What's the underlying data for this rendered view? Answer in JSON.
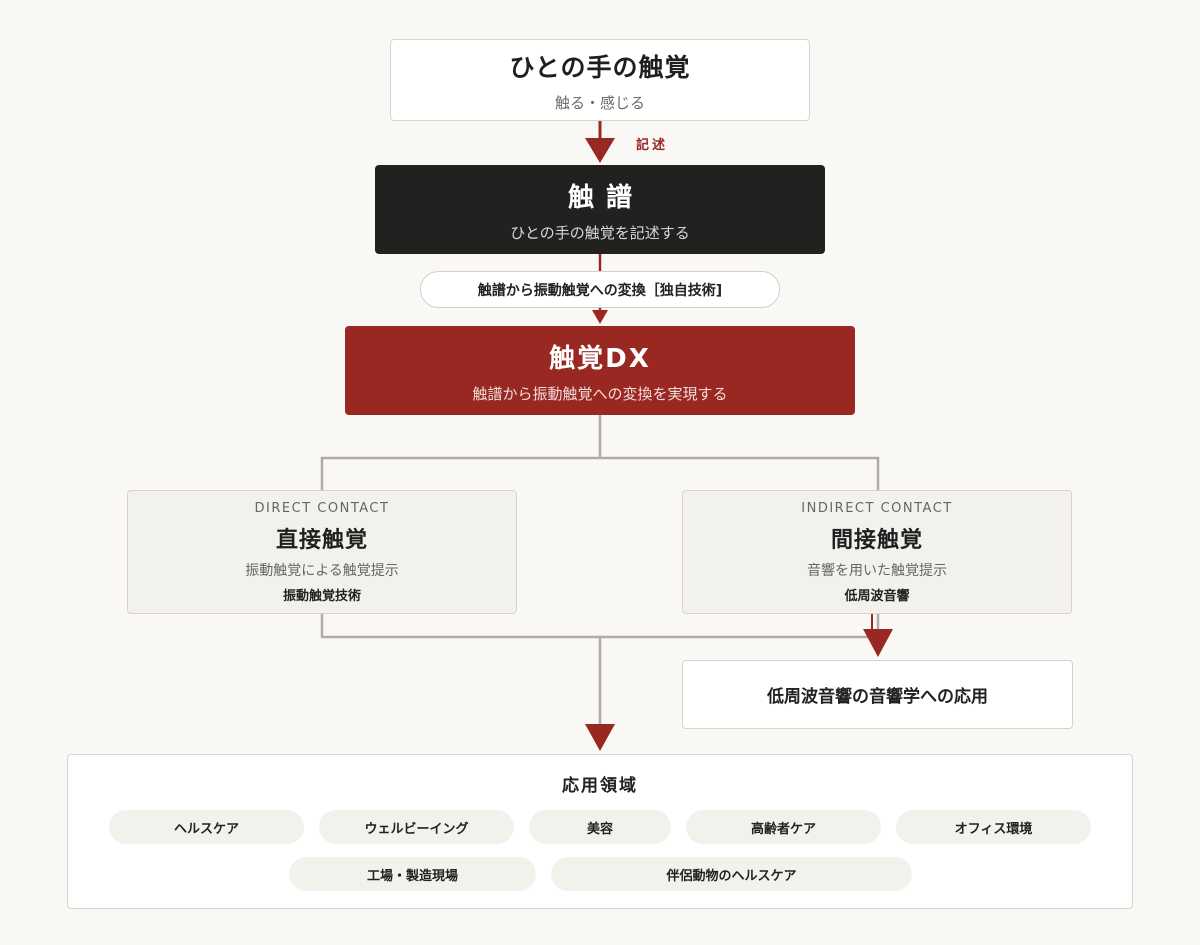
{
  "top": {
    "title": "ひとの手の触覚",
    "subtitle": "触る・感じる"
  },
  "edge_label": "記述",
  "fu": {
    "title": "触譜",
    "subtitle": "ひとの手の触覚を記述する"
  },
  "tech_pill": "触譜から振動触覚への変換［独自技術]",
  "dx": {
    "title": "触覚DX",
    "subtitle": "触譜から振動触覚への変換を実現する"
  },
  "direct": {
    "en": "DIRECT CONTACT",
    "title": "直接触覚",
    "subtitle": "振動触覚による触覚提示",
    "tech": "振動触覚技術"
  },
  "indirect": {
    "en": "INDIRECT CONTACT",
    "title": "間接触覚",
    "subtitle": "音響を用いた触覚提示",
    "tech": "低周波音響"
  },
  "lowfreq_application": "低周波音響の音響学への応用",
  "applications": {
    "title": "応用領域",
    "chips": [
      "ヘルスケア",
      "ウェルビーイング",
      "美容",
      "高齢者ケア",
      "オフィス環境",
      "工場・製造現場",
      "伴侶動物のヘルスケア"
    ]
  },
  "colors": {
    "accent_red": "#992822",
    "dark": "#222120",
    "connector_gray": "#b0aca5",
    "background": "#faf8f4"
  }
}
